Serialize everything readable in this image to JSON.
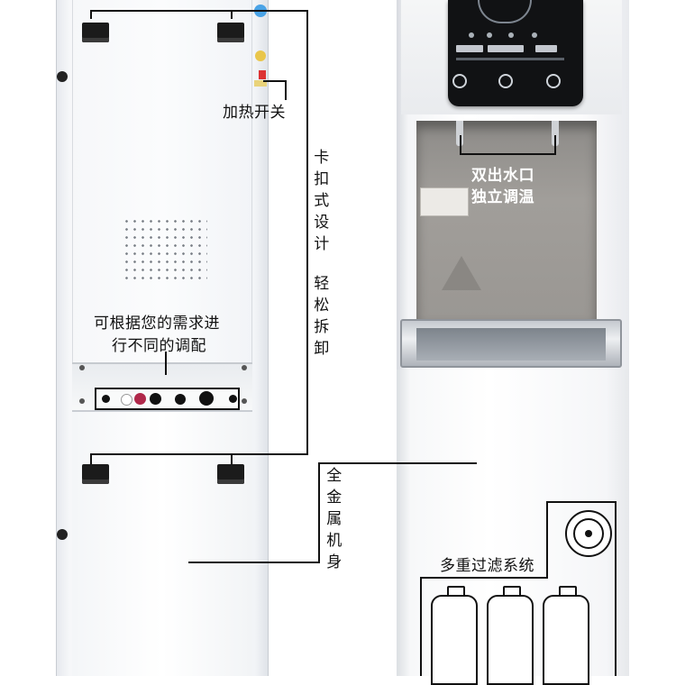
{
  "annotations": {
    "heating_switch": "加热开关",
    "clip_design": "卡扣式设计",
    "easy_removal": "轻松拆卸",
    "adjust_line1": "可根据您的需求进",
    "adjust_line2": "行不同的调配",
    "dual_outlet_line1": "双出水口",
    "dual_outlet_line2": "独立调温",
    "metal_body": "全金属机身",
    "filtration": "多重过滤系统"
  }
}
